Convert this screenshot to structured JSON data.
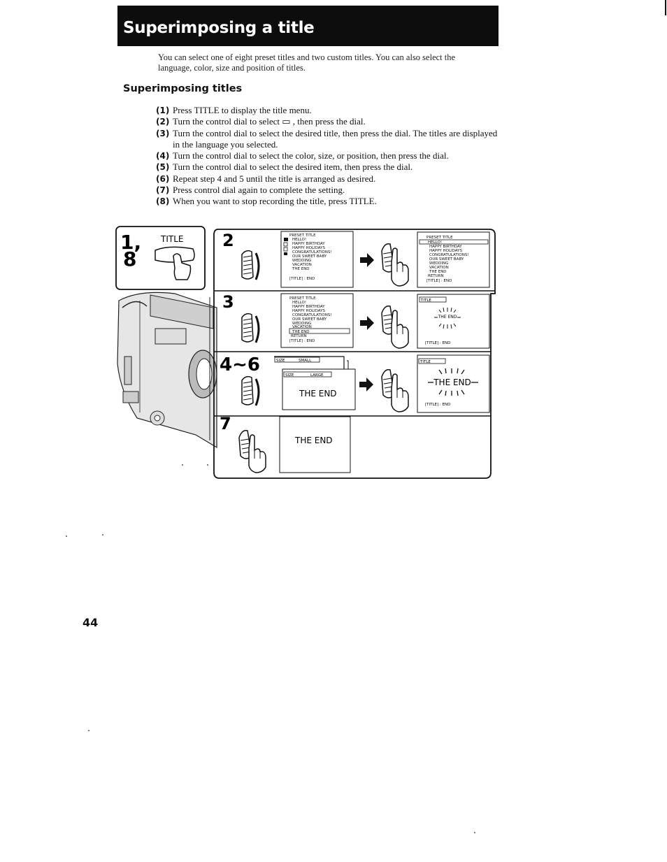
{
  "header": {
    "title": "Superimposing a title"
  },
  "intro": "You can select one of eight preset titles and two custom titles. You can also select the language, color, size and position of titles.",
  "section": {
    "title": "Superimposing titles"
  },
  "steps": [
    {
      "num": "(1)",
      "text": "Press TITLE to display the title menu."
    },
    {
      "num": "(2)",
      "text": "Turn the control dial to select ▭ , then press the dial."
    },
    {
      "num": "(3)",
      "text": "Turn the control dial to select the desired title, then press the dial. The titles are displayed in the language you selected."
    },
    {
      "num": "(4)",
      "text": "Turn the control dial to select the color, size, or position, then press the dial."
    },
    {
      "num": "(5)",
      "text": "Turn the control dial to select the desired item, then press the dial."
    },
    {
      "num": "(6)",
      "text": "Repeat step 4 and 5 until the title is arranged as desired."
    },
    {
      "num": "(7)",
      "text": "Press control dial again to complete the setting."
    },
    {
      "num": "(8)",
      "text": "When you want to stop recording the title, press TITLE."
    }
  ],
  "figure": {
    "step1_label": "1,",
    "step8_label": "8",
    "title_button_label": "TITLE",
    "step2_label": "2",
    "step3_label": "3",
    "step46_label": "4~6",
    "step7_label": "7",
    "menu_header": "PRESET TITLE",
    "menu_items": [
      "HELLO!",
      "HAPPY BIRTHDAY",
      "HAPPY HOLIDAYS",
      "CONGRATULATIONS!",
      "OUR SWEET BABY",
      "WEDDING",
      "VACATION",
      "THE END"
    ],
    "return_item": "RETURN",
    "menu_footer": "[TITLE] : END",
    "title_tab": "TITLE",
    "size_label": "SIZE",
    "size_small": "SMALL",
    "size_large": "LARGE",
    "the_end": "THE END"
  },
  "page_number": "44"
}
